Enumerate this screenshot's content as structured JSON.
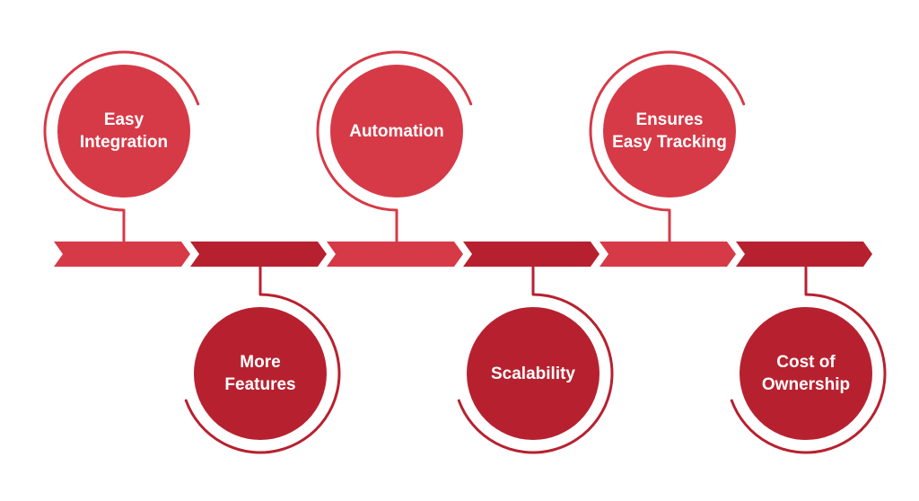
{
  "colors": {
    "light_red": "#D63A47",
    "dark_red": "#B7212F",
    "text": "#FFFFFF"
  },
  "nodes": [
    {
      "label": "Easy\nIntegration",
      "position": "top",
      "color": "light_red"
    },
    {
      "label": "More\nFeatures",
      "position": "bottom",
      "color": "dark_red"
    },
    {
      "label": "Automation",
      "position": "top",
      "color": "light_red"
    },
    {
      "label": "Scalability",
      "position": "bottom",
      "color": "dark_red"
    },
    {
      "label": "Ensures\nEasy Tracking",
      "position": "top",
      "color": "light_red"
    },
    {
      "label": "Cost of\nOwnership",
      "position": "bottom",
      "color": "dark_red"
    }
  ]
}
